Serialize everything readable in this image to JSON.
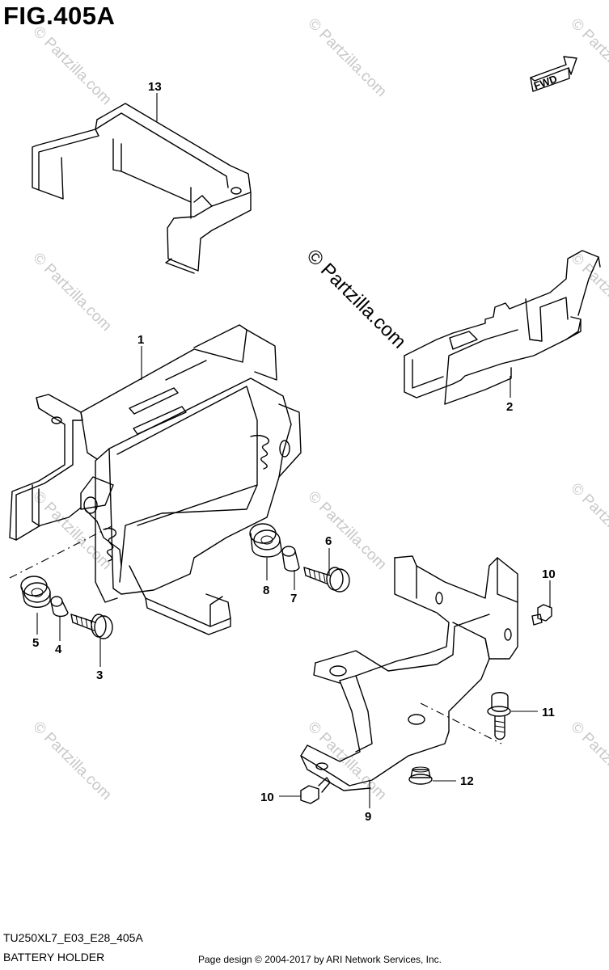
{
  "figure": {
    "title": "FIG.405A",
    "fwd_label": "FWD",
    "code": "TU250XL7_E03_E28_405A",
    "name": "BATTERY HOLDER",
    "footer": "Page design © 2004-2017 by ARI Network Services, Inc."
  },
  "watermark": {
    "text": "© Partzilla.com"
  },
  "callouts": [
    {
      "label": "13"
    },
    {
      "label": "1"
    },
    {
      "label": "2"
    },
    {
      "label": "6"
    },
    {
      "label": "8"
    },
    {
      "label": "7"
    },
    {
      "label": "10"
    },
    {
      "label": "5"
    },
    {
      "label": "4"
    },
    {
      "label": "3"
    },
    {
      "label": "11"
    },
    {
      "label": "12"
    },
    {
      "label": "10"
    },
    {
      "label": "9"
    }
  ]
}
